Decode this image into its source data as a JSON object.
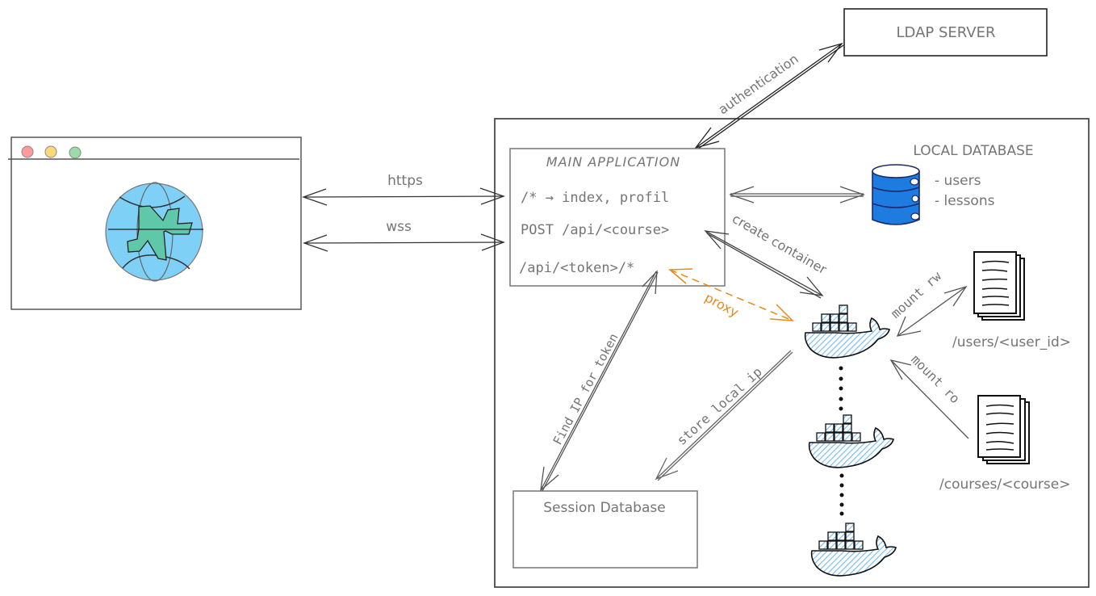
{
  "colors": {
    "stroke": "#1e1e1e",
    "text": "#757575",
    "accent": "#e8891c",
    "db_fill": "#1e7be0",
    "globe_fill": "#7fd0f7",
    "land_fill": "#5ec8a8",
    "docker_fill": "#a5d8ff",
    "dot_red": "#ff9a9a",
    "dot_yellow": "#ffd77a",
    "dot_green": "#9bdba5"
  },
  "browser": {
    "icon": "globe-airplane-icon"
  },
  "ldap": {
    "label": "LDAP SERVER"
  },
  "main_app": {
    "title": "MAIN APPLICATION",
    "routes": [
      "/* → index, profil",
      "POST /api/<course>",
      "/api/<token>/*"
    ]
  },
  "local_db": {
    "title": "LOCAL DATABASE",
    "items": [
      "- users",
      "- lessons"
    ]
  },
  "session_db": {
    "title": "Session Database"
  },
  "volumes": {
    "users": "/users/<user_id>",
    "courses": "/courses/<course>"
  },
  "edges": {
    "https": "https",
    "wss": "wss",
    "authentication": "authentication",
    "create_container": "create container",
    "proxy": "proxy",
    "mount_rw": "mount rw",
    "mount_ro": "mount ro",
    "find_ip": "Find IP for token",
    "store_ip": "store local ip"
  }
}
